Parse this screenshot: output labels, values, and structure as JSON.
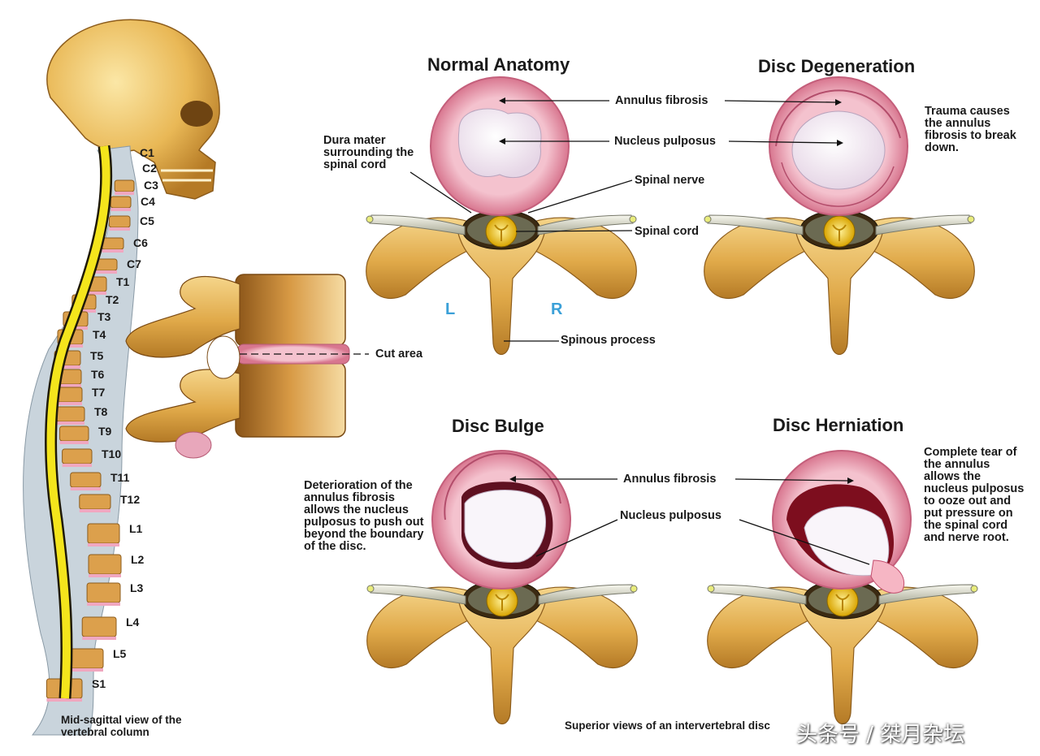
{
  "panels": {
    "normal": {
      "title": "Normal Anatomy"
    },
    "degeneration": {
      "title": "Disc Degeneration"
    },
    "bulge": {
      "title": "Disc Bulge"
    },
    "herniation": {
      "title": "Disc Herniation"
    }
  },
  "labels": {
    "annulus_fibrosis": "Annulus fibrosis",
    "nucleus_pulposus": "Nucleus pulposus",
    "dura_mater": "Dura mater surrounding the spinal cord",
    "spinal_nerve": "Spinal nerve",
    "spinal_cord": "Spinal cord",
    "spinous_process": "Spinous process",
    "left": "L",
    "right": "R",
    "cut_area": "Cut area",
    "bulge_annulus": "Annulus fibrosis",
    "bulge_nucleus": "Nucleus pulposus"
  },
  "notes": {
    "degeneration": "Trauma causes the annulus fibrosis to break down.",
    "bulge": "Deterioration of the annulus fibrosis allows the nucleus pulposus to push out beyond the boundary of the disc.",
    "herniation": "Complete tear of the annulus allows the nucleus pulposus to ooze out and put pressure on the spinal cord and nerve root."
  },
  "vertebrae": [
    "C1",
    "C2",
    "C3",
    "C4",
    "C5",
    "C6",
    "C7",
    "T1",
    "T2",
    "T3",
    "T4",
    "T5",
    "T6",
    "T7",
    "T8",
    "T9",
    "T10",
    "T11",
    "T12",
    "L1",
    "L2",
    "L3",
    "L4",
    "L5",
    "S1"
  ],
  "captions": {
    "column": "Mid-sagittal view of the vertebral column",
    "superior": "Superior views of an intervertebral disc"
  },
  "watermark": "头条号 / 桀月杂坛",
  "colors": {
    "bone": "#e3b25a",
    "disc": "#eba3b4",
    "nucleus": "#f3eef3",
    "cord": "#f2cf18",
    "accent": "#3aa0d8"
  }
}
